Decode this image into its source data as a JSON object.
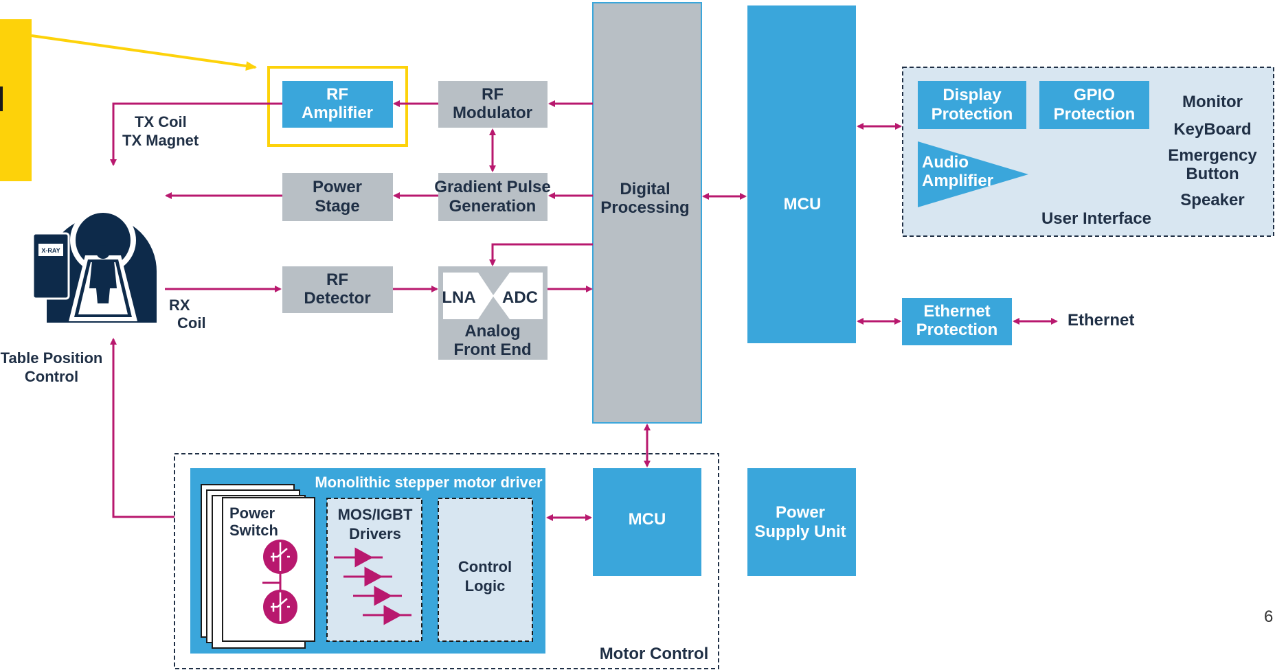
{
  "diagram": {
    "rf_amplifier": [
      "RF",
      "Amplifier"
    ],
    "rf_modulator": [
      "RF",
      "Modulator"
    ],
    "power_stage": [
      "Power",
      "Stage"
    ],
    "gradient_pulse": [
      "Gradient Pulse",
      "Generation"
    ],
    "rf_detector": [
      "RF",
      "Detector"
    ],
    "lna": "LNA",
    "adc": "ADC",
    "analog_front_end": [
      "Analog",
      "Front End"
    ],
    "digital_processing": [
      "Digital",
      "Processing"
    ],
    "mcu_main": "MCU",
    "display_protection": [
      "Display",
      "Protection"
    ],
    "gpio_protection": [
      "GPIO",
      "Protection"
    ],
    "audio_amplifier": [
      "Audio",
      "Amplifier"
    ],
    "ui_items": [
      "Monitor",
      "KeyBoard",
      "Emergency",
      "Button",
      "Speaker"
    ],
    "user_interface": "User Interface",
    "ethernet_protection": [
      "Ethernet",
      "Protection"
    ],
    "ethernet": "Ethernet",
    "tx_coil": [
      "TX Coil",
      "TX Magnet"
    ],
    "rx_coil": [
      "RX",
      "Coil"
    ],
    "table_position": [
      "Table Position",
      "Control"
    ],
    "xray_label": "X-RAY",
    "stepper_title": "Monolithic stepper motor driver",
    "power_switch": [
      "Power",
      "Switch"
    ],
    "mos_igbt": [
      "MOS/IGBT",
      "Drivers"
    ],
    "control_logic": [
      "Control",
      "Logic"
    ],
    "mcu_motor": "MCU",
    "motor_control": "Motor Control",
    "power_supply": [
      "Power",
      "Supply Unit"
    ],
    "page_number": "6"
  },
  "colors": {
    "blue": "#3aa6db",
    "gray": "#b8bfc5",
    "light_blue": "#d8e6f1",
    "magenta": "#b8186e",
    "yellow": "#fdd20a",
    "navy": "#0d2a4a"
  }
}
